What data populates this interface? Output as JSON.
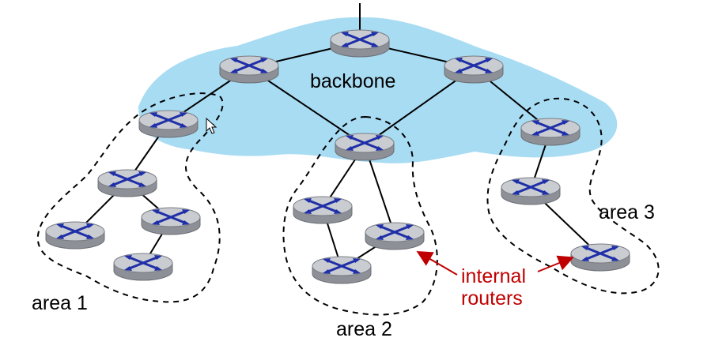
{
  "labels": {
    "backbone": "backbone",
    "area1": "area 1",
    "area2": "area 2",
    "area3": "area 3",
    "internal_line1": "internal",
    "internal_line2": "routers"
  },
  "colors": {
    "backbone_fill": "#a8dcf3",
    "annotation": "#c00000",
    "router_top": "#c9ccd1",
    "router_side": "#8d9096",
    "router_arrows": "#1f2fa8"
  },
  "icons": {
    "router": "router-icon",
    "pointer": "mouse-cursor-icon"
  }
}
